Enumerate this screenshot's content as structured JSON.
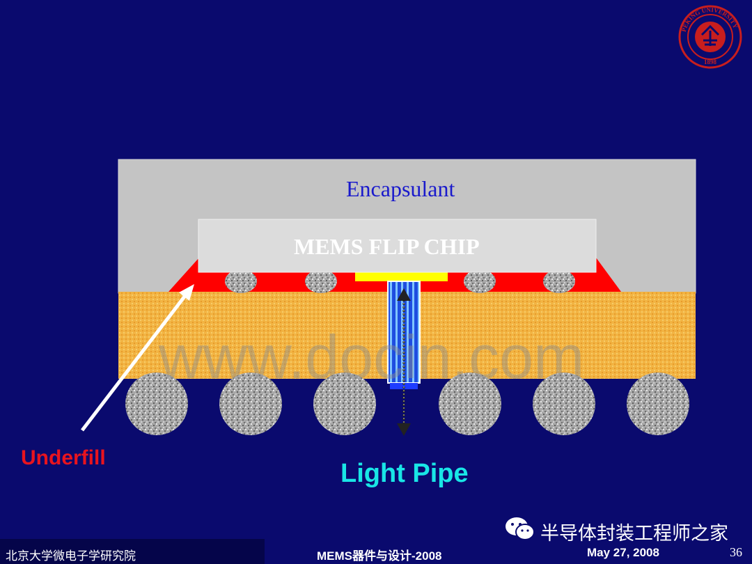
{
  "diagram": {
    "encapsulant_label": "Encapsulant",
    "chip_label": "MEMS FLIP CHIP",
    "watermark": "www.docin.com",
    "underfill_label": "Underfill",
    "light_pipe_label": "Light Pipe"
  },
  "overlay": {
    "wechat_account": "半导体封装工程师之家"
  },
  "footer": {
    "institute": "北京大学微电子学研究院",
    "course": "MEMS器件与设计-2008",
    "date": "May 27, 2008",
    "page": "36"
  },
  "logo": {
    "text": "PEKING UNIVERSITY",
    "year": "1898"
  },
  "colors": {
    "background": "#0a0a6e",
    "encapsulant": "#c4c4c4",
    "chip": "#dcdcdc",
    "underfill": "#ff0000",
    "substrate": "#f0b040",
    "pad": "#ffff00",
    "underfill_text": "#e8141e",
    "lightpipe_text": "#19e6e6",
    "logo": "#c81e1e"
  }
}
